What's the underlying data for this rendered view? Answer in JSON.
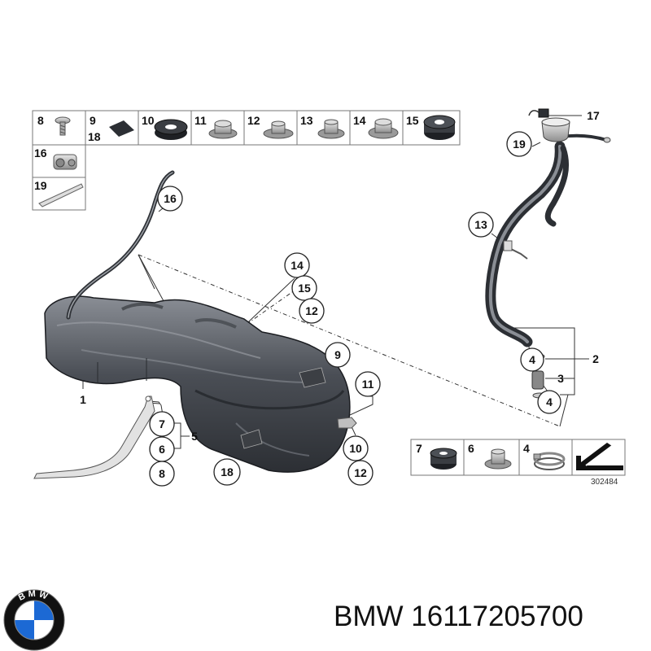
{
  "legend_top": {
    "cells": [
      {
        "nums": [
          "8"
        ],
        "icon": "screw-icon"
      },
      {
        "nums": [
          "9",
          "18"
        ],
        "icon": "pad-icon"
      },
      {
        "nums": [
          "10"
        ],
        "icon": "grommet-icon"
      },
      {
        "nums": [
          "11"
        ],
        "icon": "nut-icon"
      },
      {
        "nums": [
          "12"
        ],
        "icon": "nut-icon"
      },
      {
        "nums": [
          "13"
        ],
        "icon": "nut-icon"
      },
      {
        "nums": [
          "14"
        ],
        "icon": "nut-icon"
      },
      {
        "nums": [
          "15"
        ],
        "icon": "grommet-icon"
      },
      {
        "nums": [
          "16"
        ],
        "icon": "clip-icon"
      },
      {
        "nums": [
          "19"
        ],
        "icon": "cable-tie-icon"
      }
    ]
  },
  "legend_bottom": {
    "cells": [
      {
        "num": "7",
        "icon": "grommet-icon"
      },
      {
        "num": "6",
        "icon": "nut-icon"
      },
      {
        "num": "4",
        "icon": "hose-clamp-icon"
      },
      {
        "num": "",
        "icon": "arrow-icon"
      }
    ],
    "ref": "302484"
  },
  "callouts": {
    "c16": "16",
    "c14": "14",
    "c15": "15",
    "c12a": "12",
    "c9": "9",
    "c11": "11",
    "c7": "7",
    "c6": "6",
    "c8": "8",
    "c18": "18",
    "c10": "10",
    "c12b": "12",
    "c19": "19",
    "c13": "13",
    "c4a": "4",
    "c4b": "4"
  },
  "labels": {
    "l1": "1",
    "l5": "5",
    "l2": "2",
    "l3": "3",
    "l17": "17"
  },
  "footer": {
    "brand": "BMW",
    "part_number": "16117205700",
    "logo_text": "BMW"
  },
  "colors": {
    "tank": "#4a4e55",
    "tank_dark": "#2c2f34",
    "tank_light": "#8a8e95",
    "line": "#222222",
    "bmw_blue": "#1c69d4"
  }
}
